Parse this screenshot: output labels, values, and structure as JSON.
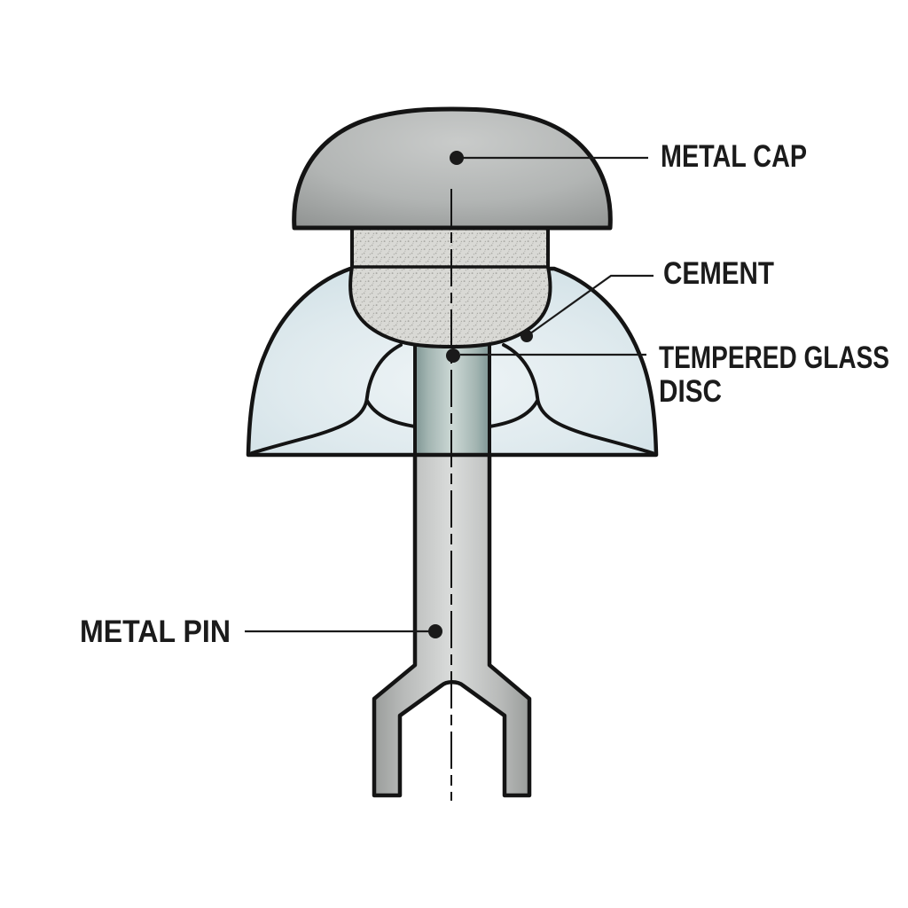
{
  "labels": {
    "metal_cap": "METAL CAP",
    "cement": "CEMENT",
    "tempered_glass_line1": "TEMPERED GLASS",
    "tempered_glass_line2": "DISC",
    "metal_pin": "METAL PIN"
  },
  "colors": {
    "background": "#ffffff",
    "outline": "#141414",
    "label_text": "#1b1b1b",
    "leader_line": "#1a1a1a",
    "cap_light": "#c9cbca",
    "cap_mid": "#b2b5b4",
    "cap_dark": "#8e9190",
    "cement_base": "#d9d9d5",
    "cement_speck": "#a9a9a4",
    "glass_light": "#eef4f6",
    "glass_mid": "#dfeaee",
    "glass_dark": "#cfdfe5",
    "pin_upper_edge": "#7f9694",
    "pin_upper_mid": "#a3b5b2",
    "pin_upper_center": "#ccd8d5",
    "pin_lower_edge": "#9a9d9b",
    "pin_lower_mid": "#b7b9b8",
    "pin_lower_center": "#dadcdb"
  }
}
